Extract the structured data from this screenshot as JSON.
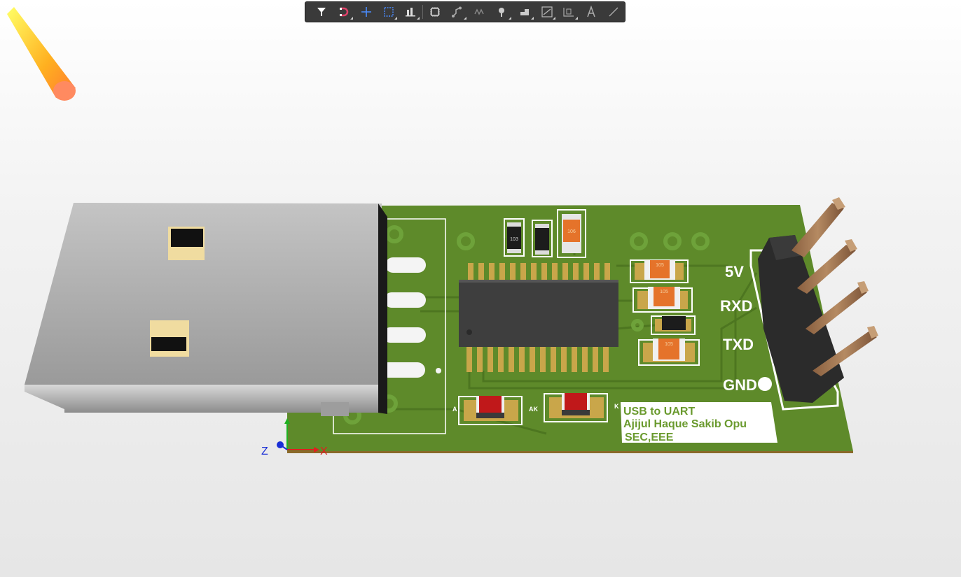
{
  "toolbar": {
    "tools": [
      {
        "name": "filter-icon",
        "label": "Filter"
      },
      {
        "name": "snap-magnet-icon",
        "label": "Snap"
      },
      {
        "name": "crosshair-icon",
        "label": "Place"
      },
      {
        "name": "select-rect-icon",
        "label": "Select"
      },
      {
        "name": "align-icon",
        "label": "Align"
      },
      {
        "name": "component-icon",
        "label": "Component"
      },
      {
        "name": "route-icon",
        "label": "Route"
      },
      {
        "name": "diff-pair-icon",
        "label": "Differential Pair"
      },
      {
        "name": "via-icon",
        "label": "Via"
      },
      {
        "name": "polygon-icon",
        "label": "Polygon"
      },
      {
        "name": "dimension-icon",
        "label": "Dimension"
      },
      {
        "name": "designator-icon",
        "label": "Designator"
      },
      {
        "name": "text-icon",
        "label": "Text"
      },
      {
        "name": "line-icon",
        "label": "Line"
      }
    ]
  },
  "board": {
    "silkscreen": {
      "pin_labels": [
        "5V",
        "RXD",
        "TXD",
        "GND"
      ],
      "info_lines": [
        "USB to UART",
        "Ajijul Haque Sakib Opu",
        "SEC,EEE"
      ],
      "led_labels": [
        "A",
        "AK",
        "K"
      ]
    },
    "component_markings": {
      "chip_resistor": "103",
      "cap_top": "106",
      "caps_right": [
        "105",
        "105",
        "105"
      ]
    },
    "colors": {
      "board": "#5e8a2a",
      "silkscreen": "#ffffff",
      "pad": "#c9a64a",
      "usb_metal": "#b8b8b8",
      "header_pin": "#a57a52",
      "ic_body": "#3a3a3a",
      "led": "#c0181a"
    }
  },
  "axes": {
    "x_label": "X",
    "y_label": "",
    "z_label": "Z"
  }
}
